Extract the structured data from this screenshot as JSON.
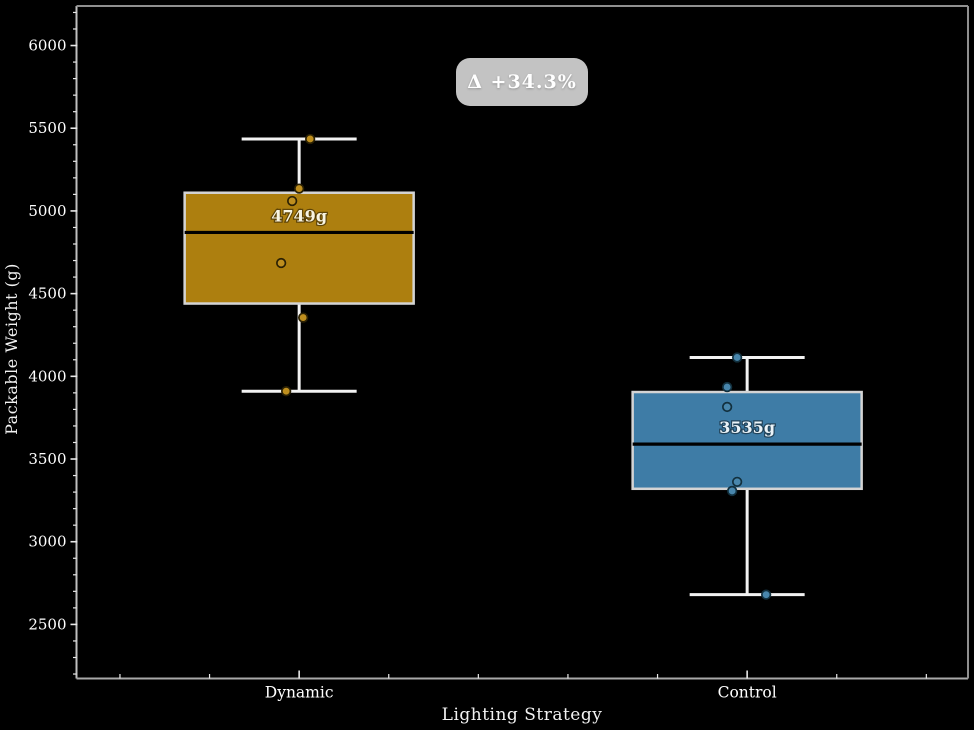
{
  "chart_data": {
    "type": "box",
    "title": "",
    "xlabel": "Lighting Strategy",
    "ylabel": "Packable Weight (g)",
    "categories": [
      "Dynamic",
      "Control"
    ],
    "ylim": [
      2173,
      6239
    ],
    "yticks": [
      2500,
      3000,
      3500,
      4000,
      4500,
      5000,
      5500,
      6000
    ],
    "y_minor_step": 100,
    "x_minor_positions": [
      0.6,
      0.8,
      1.2,
      1.4,
      1.6,
      1.8,
      2.2,
      2.4
    ],
    "grid": false,
    "legend": "none",
    "background": "#000000",
    "annotation": {
      "text": "Δ +34.3%",
      "bg_color": "#c3c3c3",
      "text_color": "#ffffff",
      "x_data": 1.5,
      "y_data": 5770
    },
    "style": {
      "spine_color": "#a9a9a9",
      "tick_color": "#e8e8e8",
      "tick_label_color": "#ffffff",
      "whisker_color": "#f2f2f2",
      "box_edge_color": "#d4d4d4",
      "median_color": "#000000"
    },
    "series": [
      {
        "name": "Dynamic",
        "position": 1,
        "box_color": "#AD7F0F",
        "point_color": "#BE8E1E",
        "point_edge_color": "#2b2104",
        "mean_label": "4749g",
        "mean_label_color": "#f8f4e2",
        "stats": {
          "whislo": 3910,
          "q1": 4440,
          "med": 4870,
          "q3": 5110,
          "whishi": 5435
        },
        "points": [
          {
            "value": 5435,
            "dx": 11
          },
          {
            "value": 5135,
            "dx": 0
          },
          {
            "value": 5060,
            "dx": -7
          },
          {
            "value": 4685,
            "dx": -18
          },
          {
            "value": 4355,
            "dx": 4
          },
          {
            "value": 3910,
            "dx": -13
          }
        ]
      },
      {
        "name": "Control",
        "position": 2,
        "box_color": "#3E7CA6",
        "point_color": "#4886AC",
        "point_edge_color": "#12303e",
        "mean_label": "3535g",
        "mean_label_color": "#eaf3f8",
        "stats": {
          "whislo": 2680,
          "q1": 3320,
          "med": 3590,
          "q3": 3905,
          "whishi": 4114
        },
        "points": [
          {
            "value": 4114,
            "dx": -10
          },
          {
            "value": 3935,
            "dx": -20
          },
          {
            "value": 3815,
            "dx": -20
          },
          {
            "value": 3362,
            "dx": -10
          },
          {
            "value": 3307,
            "dx": -15
          },
          {
            "value": 2680,
            "dx": 19
          }
        ]
      }
    ]
  }
}
